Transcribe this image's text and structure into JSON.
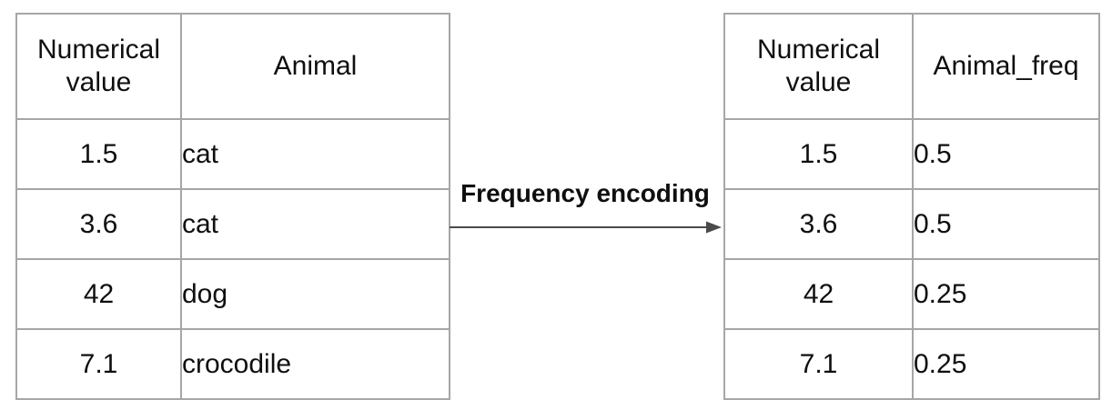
{
  "colors": {
    "border": "#a6a6a6",
    "arrow": "#4a4a4a",
    "text": "#0f0f0f"
  },
  "connector": {
    "label": "Frequency encoding",
    "arrow_icon": "arrow-right-icon"
  },
  "left_table": {
    "columns": [
      "Numerical value",
      "Animal"
    ],
    "rows": [
      [
        "1.5",
        "cat"
      ],
      [
        "3.6",
        "cat"
      ],
      [
        "42",
        "dog"
      ],
      [
        "7.1",
        "crocodile"
      ]
    ]
  },
  "right_table": {
    "columns": [
      "Numerical value",
      "Animal_freq"
    ],
    "rows": [
      [
        "1.5",
        "0.5"
      ],
      [
        "3.6",
        "0.5"
      ],
      [
        "42",
        "0.25"
      ],
      [
        "7.1",
        "0.25"
      ]
    ]
  }
}
